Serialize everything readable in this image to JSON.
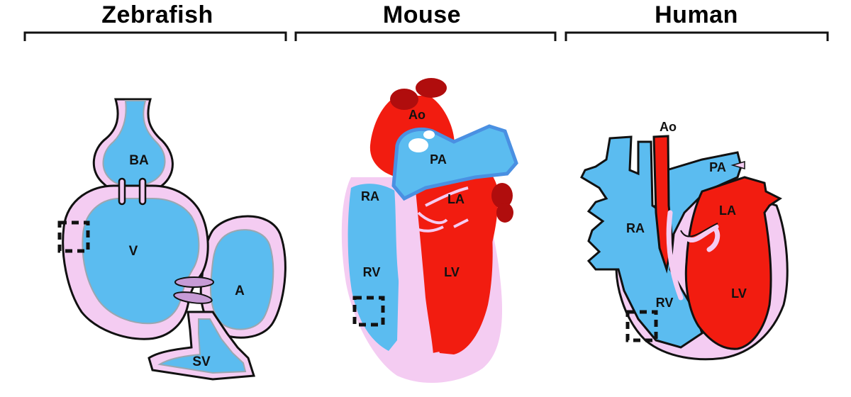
{
  "panels": [
    {
      "title": "Zebrafish",
      "labels": {
        "ba": "BA",
        "v": "V",
        "a": "A",
        "sv": "SV"
      }
    },
    {
      "title": "Mouse",
      "labels": {
        "ao": "Ao",
        "pa": "PA",
        "ra": "RA",
        "la": "LA",
        "rv": "RV",
        "lv": "LV"
      }
    },
    {
      "title": "Human",
      "labels": {
        "ao": "Ao",
        "pa": "PA",
        "ra": "RA",
        "la": "LA",
        "rv": "RV",
        "lv": "LV"
      }
    }
  ],
  "colors": {
    "deoxygenated": "#5bbcf0",
    "oxygenated": "#f21c10",
    "tissue": "#f4ccf2",
    "valve": "#c79bd6",
    "dark_red": "#b00d0d",
    "outline": "#111111"
  }
}
